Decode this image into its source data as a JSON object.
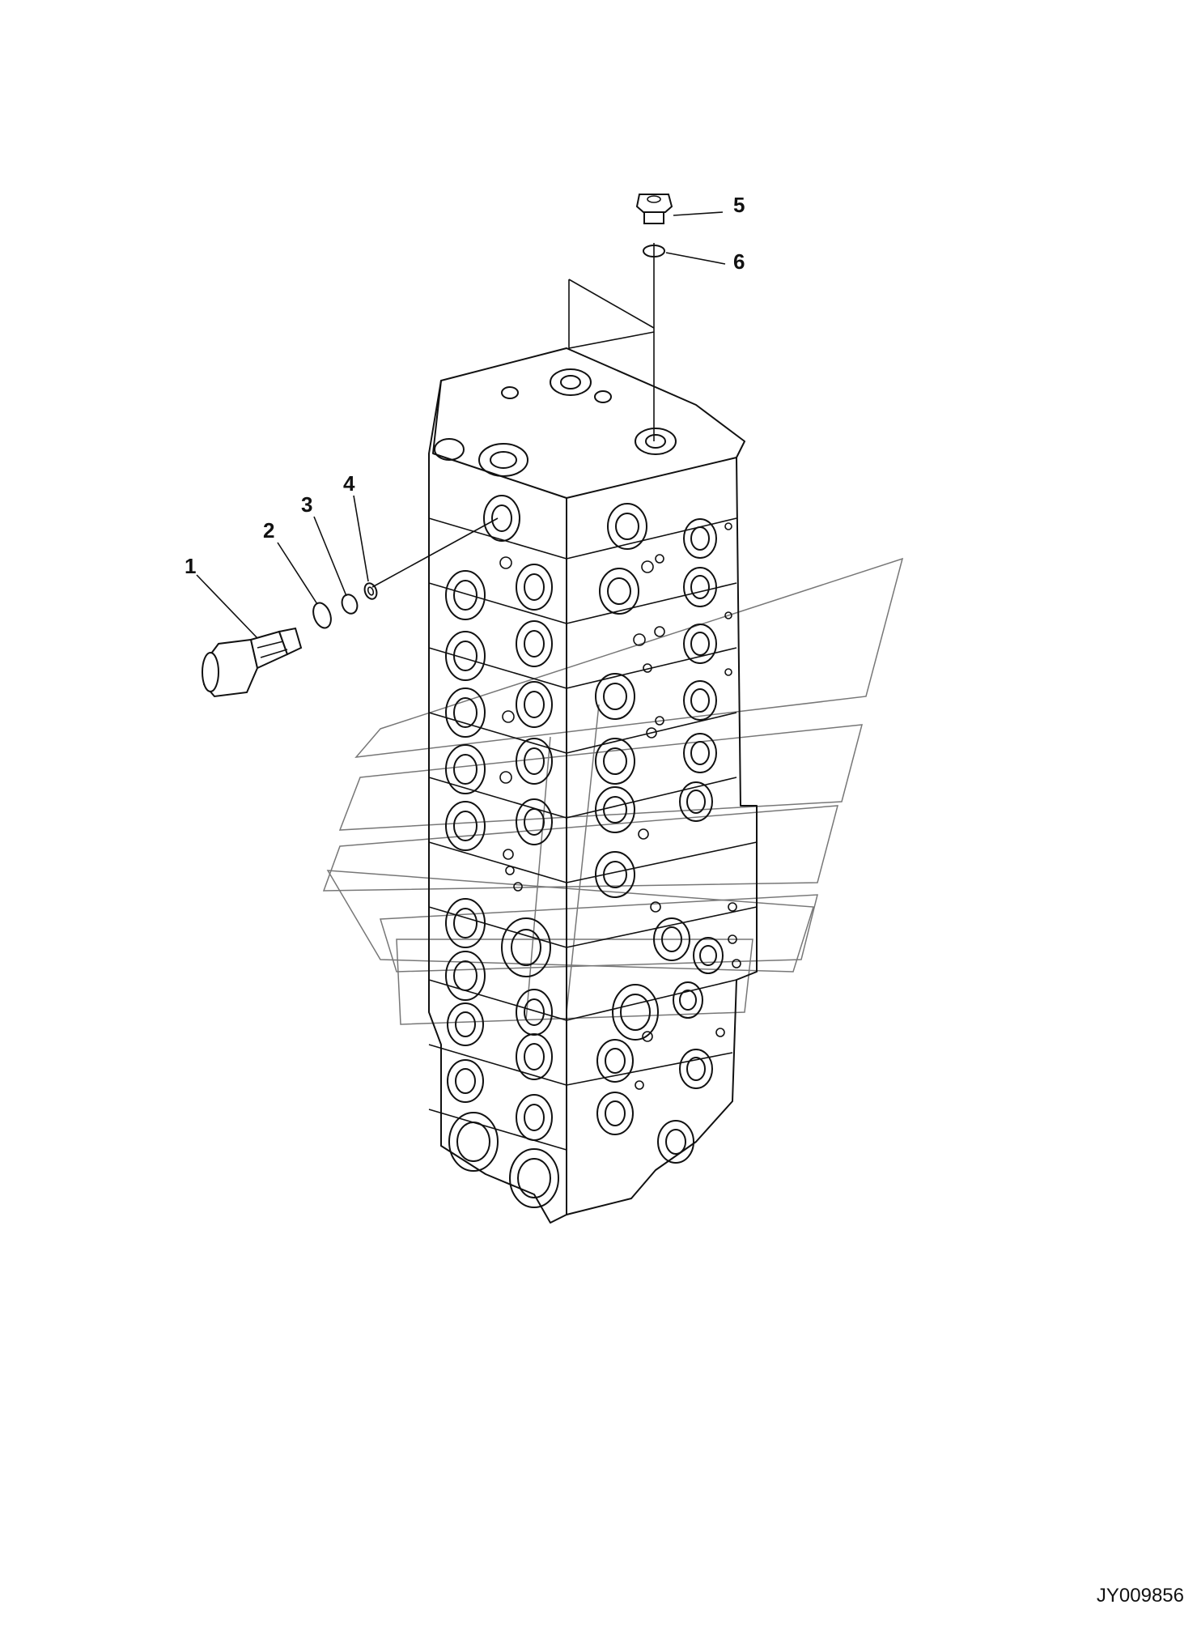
{
  "diagram": {
    "figure_id": "JY009856",
    "callouts": [
      {
        "id": "1",
        "label": "1"
      },
      {
        "id": "2",
        "label": "2"
      },
      {
        "id": "3",
        "label": "3"
      },
      {
        "id": "4",
        "label": "4"
      },
      {
        "id": "5",
        "label": "5"
      },
      {
        "id": "6",
        "label": "6"
      }
    ]
  },
  "colors": {
    "line": "#111111",
    "watermark": "#777777",
    "background": "#ffffff"
  }
}
